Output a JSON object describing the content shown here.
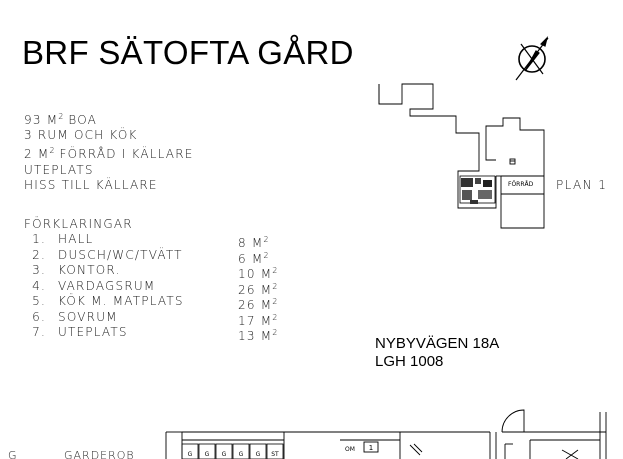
{
  "title": "BRF SÄTOFTA GÅRD",
  "info": {
    "area_value": "93",
    "area_unit": "M",
    "area_sup": "2",
    "area_suffix": "BOA",
    "rooms": "3 RUM OCH KÖK",
    "storage_prefix": "2",
    "storage_unit": "M",
    "storage_sup": "2",
    "storage_suffix": "FÖRRÅD I KÄLLARE",
    "patio": "UTEPLATS",
    "elevator": "HISS TILL KÄLLARE"
  },
  "legend": {
    "heading": "FÖRKLARINGAR",
    "unit": "M",
    "unit_sup": "2",
    "rows": [
      {
        "num": "1.",
        "label": "HALL",
        "value": "8"
      },
      {
        "num": "2.",
        "label": "DUSCH/WC/TVÄTT",
        "value": "6"
      },
      {
        "num": "3.",
        "label": "KONTOR.",
        "value": "10"
      },
      {
        "num": "4.",
        "label": "VARDAGSRUM",
        "value": "26"
      },
      {
        "num": "5.",
        "label": "KÖK M. MATPLATS",
        "value": "26"
      },
      {
        "num": "6.",
        "label": "SOVRUM",
        "value": "17"
      },
      {
        "num": "7.",
        "label": "UTEPLATS",
        "value": "13"
      }
    ]
  },
  "site_plan": {
    "storage_label": "FÖRRÅD",
    "plan_label": "PLAN 1"
  },
  "address": {
    "street": "NYBYVÄGEN 18A",
    "apartment": "LGH 1008"
  },
  "floor_plan": {
    "left_letter": "G",
    "closet_label": "GARDEROB",
    "storage_boxes": [
      "G",
      "G",
      "G",
      "G",
      "G",
      "ST"
    ],
    "om_label": "OM",
    "room_number": "1"
  }
}
